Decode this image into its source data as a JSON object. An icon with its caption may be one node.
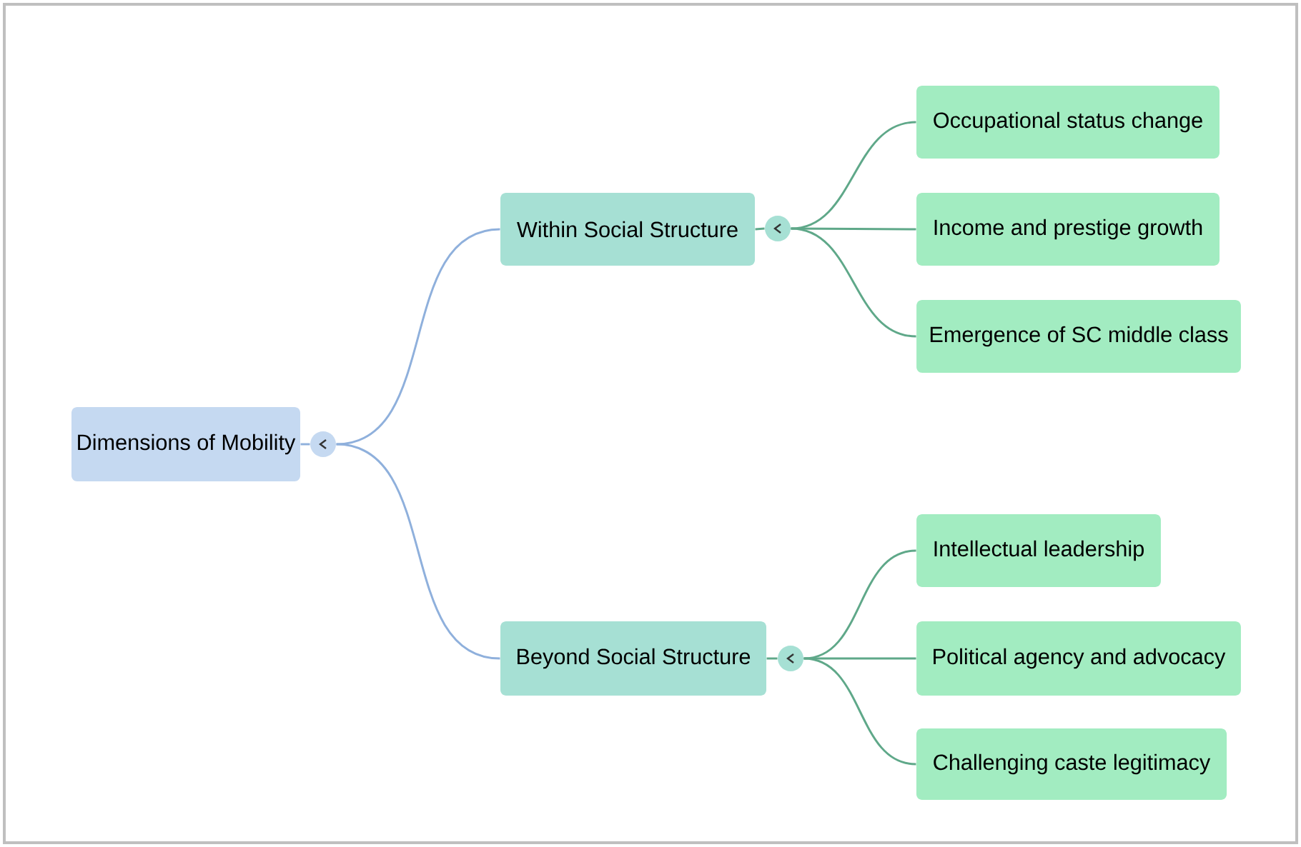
{
  "diagram": {
    "nodes": [
      {
        "text": [
          "Dimensions of Mobility"
        ]
      },
      {
        "text": [],
        "shape": "circle"
      },
      {
        "text": [
          "Within Social Structure"
        ]
      },
      {
        "text": [],
        "shape": "circle"
      },
      {
        "text": [
          "Occupational status change"
        ]
      },
      {
        "text": [
          "Income and prestige growth"
        ]
      },
      {
        "text": [
          "Emergence of SC middle class"
        ]
      },
      {
        "text": [
          "Beyond Social Structure"
        ]
      },
      {
        "text": [],
        "shape": "circle"
      },
      {
        "text": [
          "Intellectual leadership"
        ]
      },
      {
        "text": [
          "Political agency and advocacy"
        ]
      },
      {
        "text": [
          "Challenging caste legitimacy"
        ]
      }
    ],
    "edges": [
      {
        "from": 0,
        "to": 1,
        "arrow": "none",
        "color": "#8fb0dc"
      },
      {
        "from": 1,
        "to": 2,
        "arrow": "none",
        "color": "#8fb0dc"
      },
      {
        "from": 1,
        "to": 7,
        "arrow": "none",
        "color": "#8fb0dc"
      },
      {
        "from": 2,
        "to": 3,
        "arrow": "none"
      },
      {
        "from": 3,
        "to": 4,
        "arrow": "none"
      },
      {
        "from": 3,
        "to": 5,
        "arrow": "none"
      },
      {
        "from": 3,
        "to": 6,
        "arrow": "none"
      },
      {
        "from": 7,
        "to": 8,
        "arrow": "none"
      },
      {
        "from": 8,
        "to": 9,
        "arrow": "none"
      },
      {
        "from": 8,
        "to": 10,
        "arrow": "none"
      },
      {
        "from": 8,
        "to": 11,
        "arrow": "none"
      }
    ]
  }
}
